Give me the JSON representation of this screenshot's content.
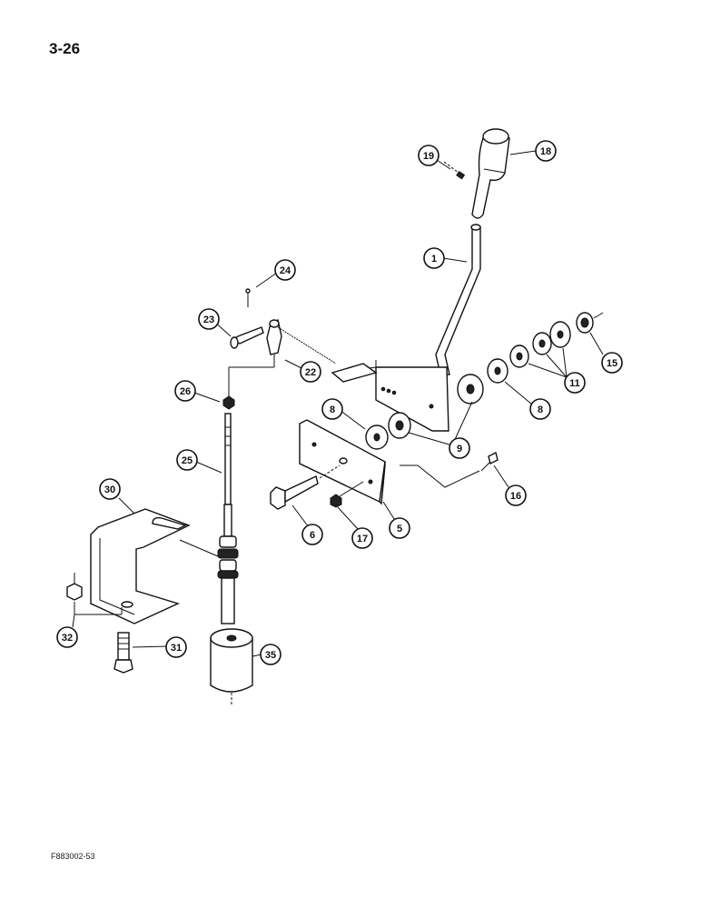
{
  "page_number": "3-26",
  "figure_code": "F883002-53",
  "callouts": {
    "c1": "1",
    "c5": "5",
    "c6": "6",
    "c8a": "8",
    "c8b": "8",
    "c9": "9",
    "c11": "11",
    "c15": "15",
    "c16": "16",
    "c17": "17",
    "c18": "18",
    "c19": "19",
    "c22": "22",
    "c23": "23",
    "c24": "24",
    "c25": "25",
    "c26": "26",
    "c30": "30",
    "c31": "31",
    "c32": "32",
    "c35": "35"
  }
}
